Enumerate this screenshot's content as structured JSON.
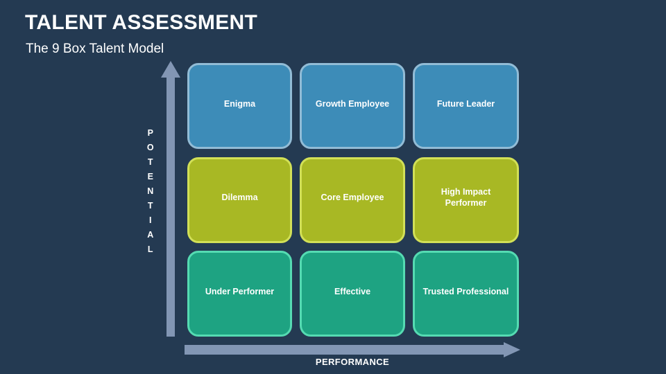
{
  "slide": {
    "title": "TALENT ASSESSMENT",
    "subtitle": "The 9 Box Talent Model",
    "background_color": "#243a52"
  },
  "axes": {
    "vertical": {
      "label": "POTENTIAL",
      "letters": [
        "P",
        "O",
        "T",
        "E",
        "N",
        "T",
        "I",
        "A",
        "L"
      ],
      "direction": "up",
      "arrow_color": "#8296b4"
    },
    "horizontal": {
      "label": "PERFORMANCE",
      "direction": "right",
      "arrow_color": "#8296b4"
    }
  },
  "matrix": {
    "rows": [
      {
        "level": "high-potential",
        "fill": "#3d8cb8",
        "border": "#92bcd6",
        "cells": [
          {
            "label": "Enigma"
          },
          {
            "label": "Growth Employee"
          },
          {
            "label": "Future Leader"
          }
        ]
      },
      {
        "level": "medium-potential",
        "fill": "#a8b824",
        "border": "#d2e057",
        "cells": [
          {
            "label": "Dilemma"
          },
          {
            "label": "Core Employee"
          },
          {
            "label": "High Impact\nPerformer"
          }
        ]
      },
      {
        "level": "low-potential",
        "fill": "#1ea382",
        "border": "#55dbb2",
        "cells": [
          {
            "label": "Under Performer"
          },
          {
            "label": "Effective"
          },
          {
            "label": "Trusted Professional"
          }
        ]
      }
    ]
  }
}
